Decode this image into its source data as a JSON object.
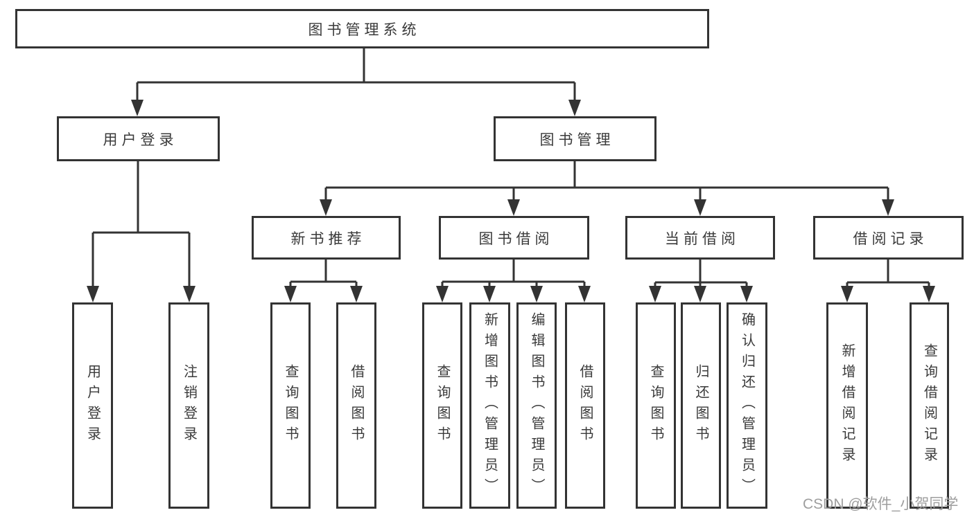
{
  "diagram": {
    "type": "hierarchy-tree",
    "tree": {
      "root": "图书管理系统",
      "children": [
        {
          "label": "用户登录",
          "children": [
            "用户登录",
            "注销登录"
          ]
        },
        {
          "label": "图书管理",
          "children": [
            {
              "label": "新书推荐",
              "children": [
                "查询图书",
                "借阅图书"
              ]
            },
            {
              "label": "图书借阅",
              "children": [
                "查询图书",
                "新增图书（管理员）",
                "编辑图书（管理员）",
                "借阅图书"
              ]
            },
            {
              "label": "当前借阅",
              "children": [
                "查询图书",
                "归还图书",
                "确认归还（管理员）"
              ]
            },
            {
              "label": "借阅记录",
              "children": [
                "新增借阅记录",
                "查询借阅记录"
              ]
            }
          ]
        }
      ]
    },
    "colors": {
      "line": "#333333",
      "box_border": "#333333",
      "text": "#3a3a3a",
      "background": "#ffffff",
      "watermark": "#9e9e9e"
    }
  },
  "watermark": {
    "text": "CSDN @软件_小贺同学"
  }
}
